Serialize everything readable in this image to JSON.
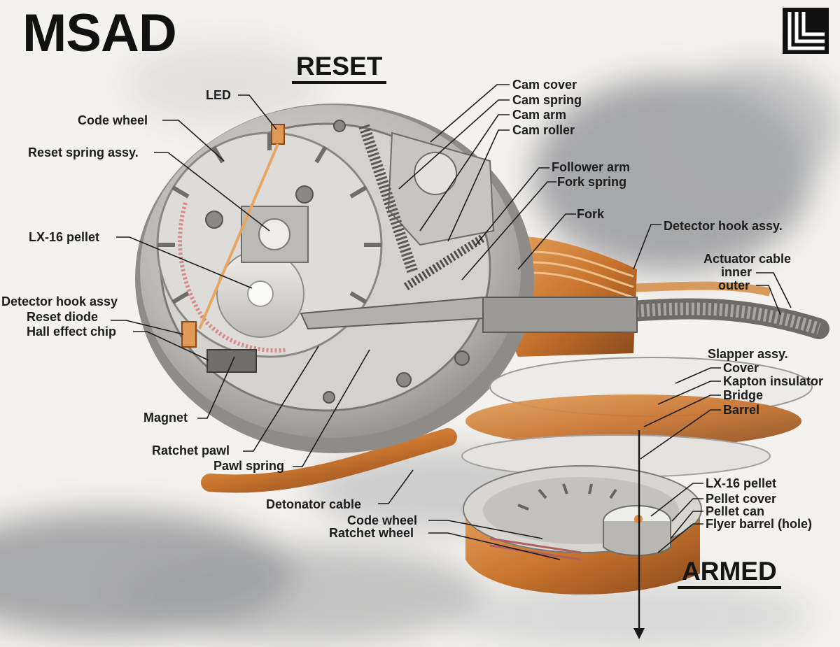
{
  "title": "MSAD",
  "states": {
    "reset": "RESET",
    "armed": "ARMED"
  },
  "logo_icon": "llnl-logo-icon",
  "colors": {
    "metal": "#c9c7c2",
    "copper": "#c8742e",
    "ink": "#111111",
    "smoke": "#9c9ea2",
    "background": "#f4f2ee"
  },
  "labels": {
    "led": "LED",
    "code_wheel": "Code wheel",
    "reset_spring_assy": "Reset spring assy.",
    "lx16_pellet": "LX-16 pellet",
    "detector_hook_assy_left": "Detector hook assy",
    "reset_diode": "Reset diode",
    "hall_effect_chip": "Hall effect chip",
    "magnet": "Magnet",
    "ratchet_pawl": "Ratchet pawl",
    "pawl_spring": "Pawl spring",
    "detonator_cable": "Detonator cable",
    "cam_cover": "Cam cover",
    "cam_spring": "Cam spring",
    "cam_arm": "Cam arm",
    "cam_roller": "Cam roller",
    "follower_arm": "Follower arm",
    "fork_spring": "Fork spring",
    "fork": "Fork",
    "detector_hook_assy_right": "Detector hook assy.",
    "actuator_cable": "Actuator cable",
    "inner": "inner",
    "outer": "outer",
    "slapper_assy": "Slapper assy.",
    "cover": "Cover",
    "kapton_insulator": "Kapton insulator",
    "bridge": "Bridge",
    "barrel": "Barrel",
    "code_wheel_armed": "Code wheel",
    "ratchet_wheel": "Ratchet wheel",
    "lx16_pellet_armed": "LX-16 pellet",
    "pellet_cover": "Pellet cover",
    "pellet_can": "Pellet can",
    "flyer_barrel": "Flyer barrel (hole)"
  }
}
